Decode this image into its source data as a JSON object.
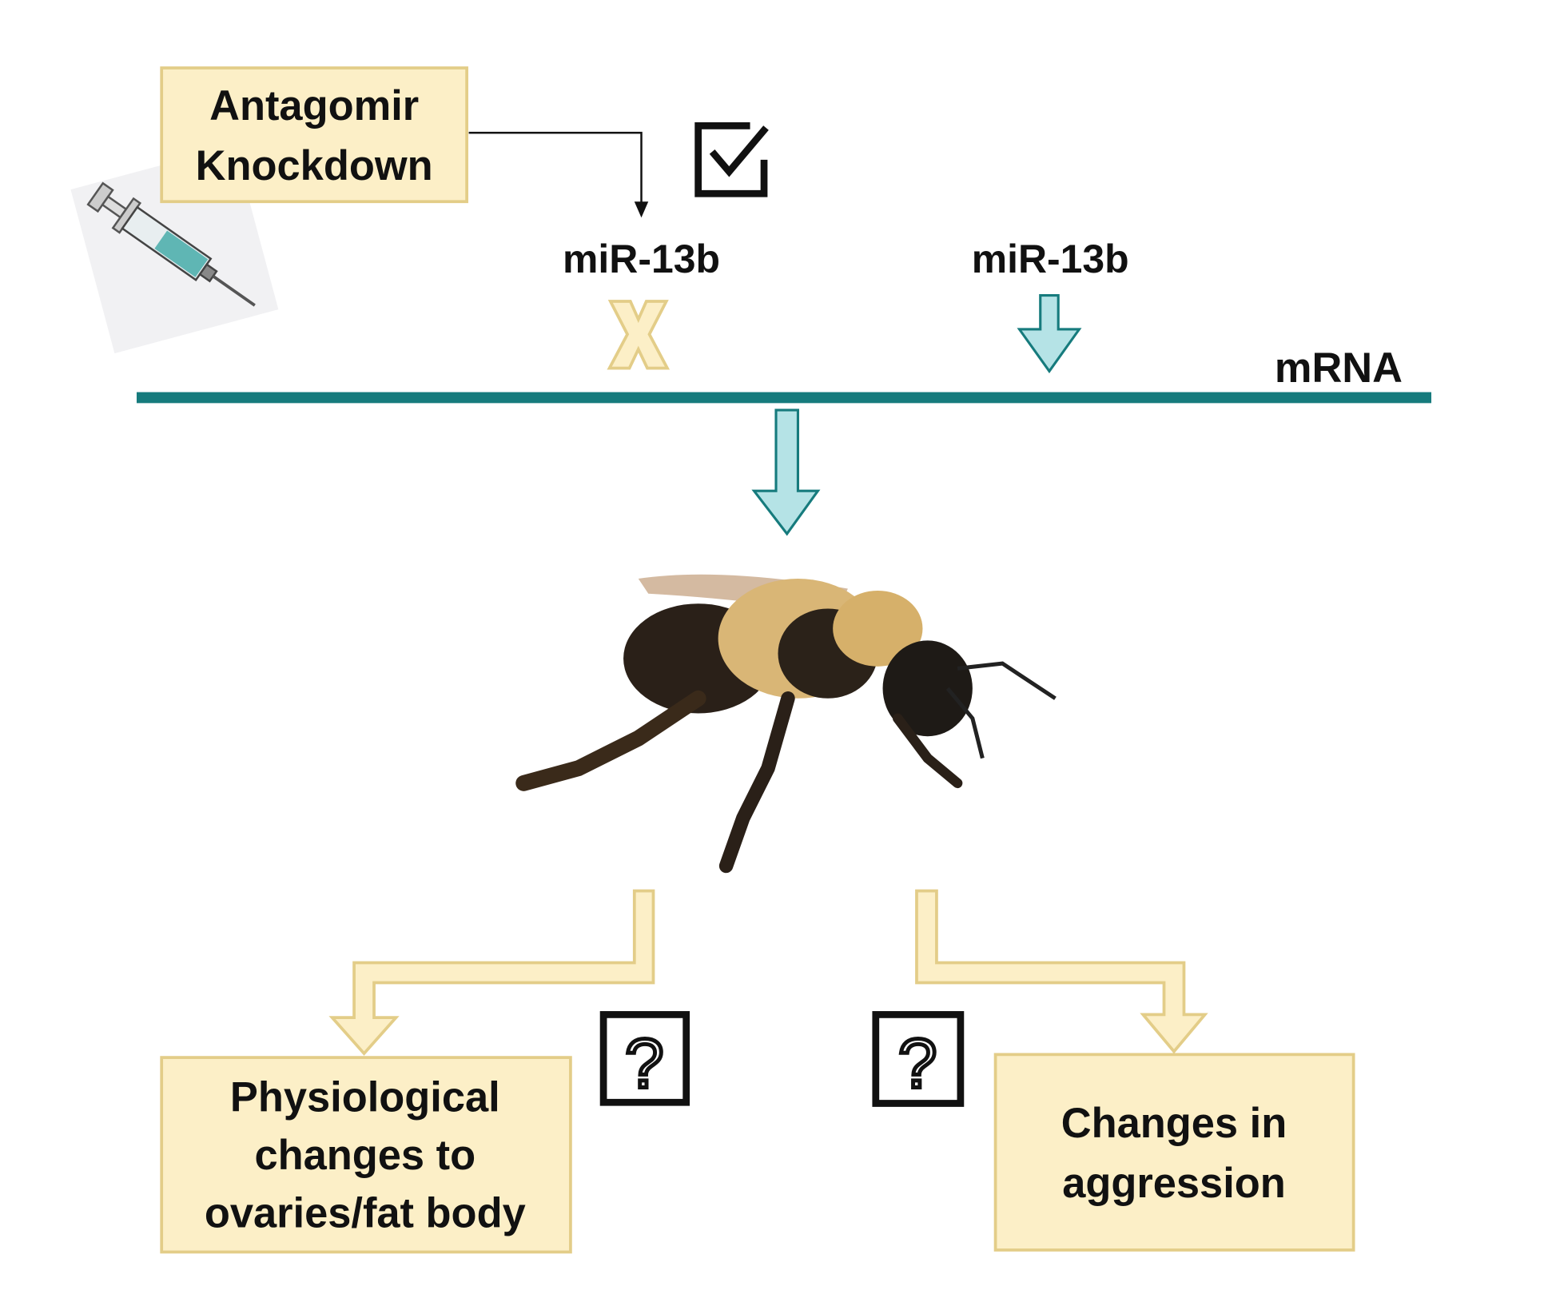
{
  "treatment_box": {
    "line1": "Antagomir",
    "line2": "Knockdown"
  },
  "mirna_left": "miR-13b",
  "mirna_right": "miR-13b",
  "mrna_label": "mRNA",
  "outcome_left": {
    "line1": "Physiological",
    "line2": "changes to",
    "line3": "ovaries/fat body"
  },
  "outcome_right": {
    "line1": "Changes in",
    "line2": "aggression"
  },
  "icons": [
    "syringe-icon",
    "checkbox-checked-icon",
    "x-mark-icon",
    "down-arrow-icon",
    "bee-image",
    "question-box-icon"
  ],
  "colors": {
    "box_fill": "#fcefc7",
    "box_stroke": "#e3cd88",
    "teal": "#167b7d",
    "teal_light": "#b5e3e6"
  }
}
